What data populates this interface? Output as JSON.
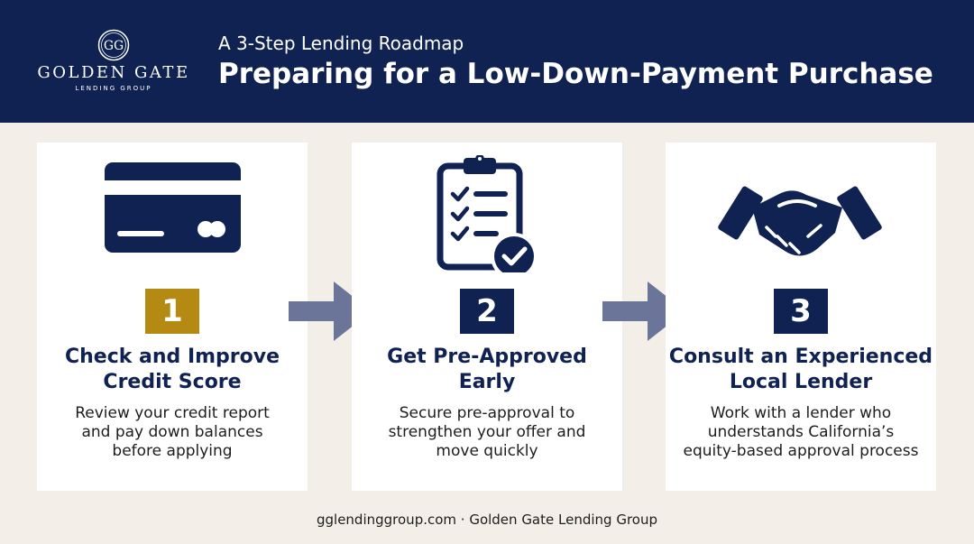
{
  "brand": {
    "name": "GOLDEN GATE",
    "sub": "LENDING GROUP",
    "monogram": "GG"
  },
  "header": {
    "subtitle": "A 3-Step Lending Roadmap",
    "title": "Preparing for a Low-Down-Payment Purchase"
  },
  "colors": {
    "navy": "#0f2251",
    "gold": "#b58a12",
    "arrow": "#6b7499",
    "background": "#f3efe8"
  },
  "steps": [
    {
      "number": "1",
      "icon": "credit-card-icon",
      "title_line1": "Check and Improve",
      "title_line2": "Credit Score",
      "desc_line1": "Review your credit report",
      "desc_line2": "and pay down balances",
      "desc_line3": "before applying"
    },
    {
      "number": "2",
      "icon": "clipboard-checklist-icon",
      "title_line1": "Get Pre-Approved",
      "title_line2": "Early",
      "desc_line1": "Secure pre-approval to",
      "desc_line2": "strengthen your offer and",
      "desc_line3": "move quickly"
    },
    {
      "number": "3",
      "icon": "handshake-icon",
      "title_line1": "Consult an Experienced",
      "title_line2": "Local Lender",
      "desc_line1": "Work with a lender who",
      "desc_line2": "understands California’s",
      "desc_line3": "equity-based approval process"
    }
  ],
  "footer": {
    "text": "gglendinggroup.com · Golden Gate Lending Group"
  }
}
